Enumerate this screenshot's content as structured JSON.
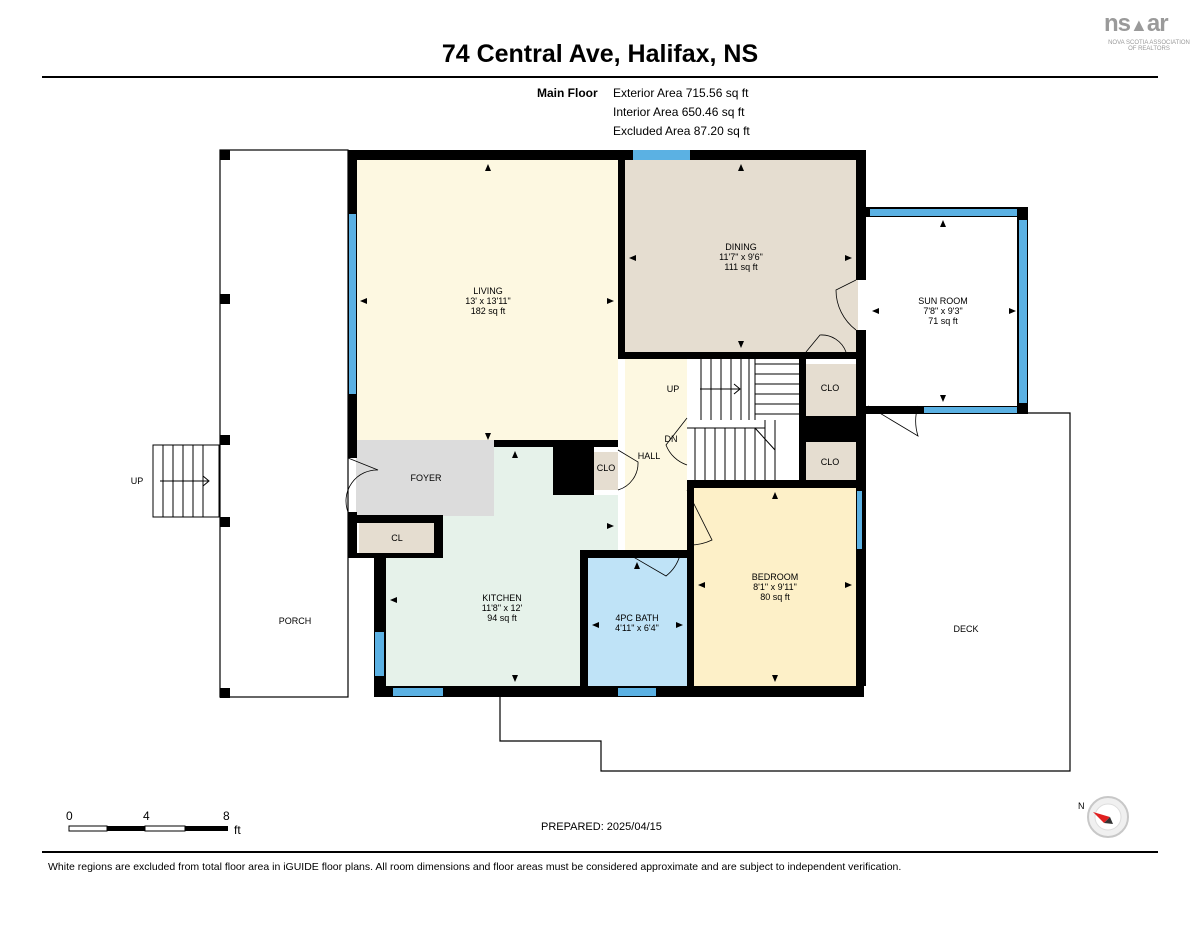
{
  "header": {
    "title": "74 Central Ave, Halifax, NS",
    "logo_text": "ns▲ar",
    "logo_subtext": "NOVA SCOTIA ASSOCIATION OF REALTORS"
  },
  "floor_summary": {
    "floor_name": "Main Floor",
    "exterior_area": "Exterior Area 715.56 sq ft",
    "interior_area": "Interior Area 650.46 sq ft",
    "excluded_area": "Excluded Area 87.20 sq ft"
  },
  "rooms": {
    "living": {
      "name": "LIVING",
      "dims": "13' x 13'11\"",
      "area": "182 sq ft"
    },
    "dining": {
      "name": "DINING",
      "dims": "11'7\" x 9'6\"",
      "area": "111 sq ft"
    },
    "sun_room": {
      "name": "SUN ROOM",
      "dims": "7'8\" x 9'3\"",
      "area": "71 sq ft"
    },
    "kitchen": {
      "name": "KITCHEN",
      "dims": "11'8\" x 12'",
      "area": "94 sq ft"
    },
    "bath": {
      "name": "4PC BATH",
      "dims": "4'11\" x 6'4\""
    },
    "bedroom": {
      "name": "BEDROOM",
      "dims": "8'1\" x 9'11\"",
      "area": "80 sq ft"
    },
    "foyer": {
      "name": "FOYER"
    },
    "hall": {
      "name": "HALL"
    },
    "porch": {
      "name": "PORCH"
    },
    "deck": {
      "name": "DECK"
    },
    "closet_clo": "CLO",
    "closet_cl": "CL",
    "stairs_up": "UP",
    "stairs_down": "DN",
    "porch_stairs_up": "UP"
  },
  "scale": {
    "ticks": [
      "0",
      "4",
      "8"
    ],
    "unit": "ft"
  },
  "compass": {
    "north_label": "N"
  },
  "prepared": "PREPARED: 2025/04/15",
  "footnote": "White regions are excluded from total floor area in iGUIDE floor plans. All room dimensions and floor areas must be considered approximate and are subject to independent verification.",
  "colors": {
    "living": "#fdf8e1",
    "dining": "#e5ddd0",
    "kitchen": "#e6f2ea",
    "bath": "#bfe3f7",
    "bedroom": "#fdf0c8",
    "hall": "#fdf8e1",
    "foyer": "#dcdcdc",
    "closet": "#e5ddd0",
    "window": "#5bb1e3",
    "wall": "#000000"
  }
}
